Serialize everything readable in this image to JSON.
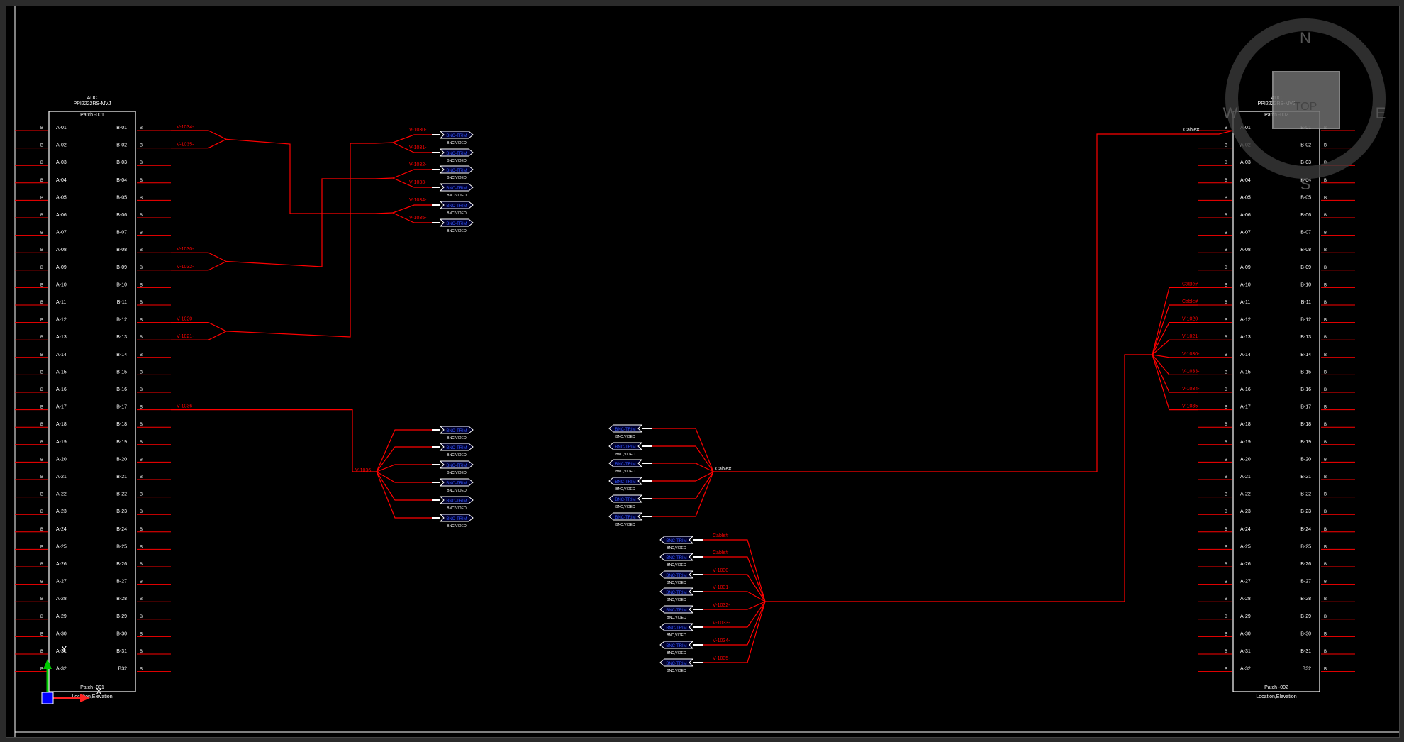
{
  "panel_left": {
    "header": [
      "ADC",
      "PPI2222RS-MVJ",
      "Patch -001"
    ],
    "footer": [
      "Patch -001",
      "Location,Elevation"
    ],
    "a_ports": [
      "A-01",
      "A-02",
      "A-03",
      "A-04",
      "A-05",
      "A-06",
      "A-07",
      "A-08",
      "A-09",
      "A-10",
      "A-11",
      "A-12",
      "A-13",
      "A-14",
      "A-15",
      "A-16",
      "A-17",
      "A-18",
      "A-19",
      "A-20",
      "A-21",
      "A-22",
      "A-23",
      "A-24",
      "A-25",
      "A-26",
      "A-27",
      "A-28",
      "A-29",
      "A-30",
      "A-31",
      "A-32"
    ],
    "b_ports": [
      "B-01",
      "B-02",
      "B-03",
      "B-04",
      "B-05",
      "B-06",
      "B-07",
      "B-08",
      "B-09",
      "B-10",
      "B-11",
      "B-12",
      "B-13",
      "B-14",
      "B-15",
      "B-16",
      "B-17",
      "B-18",
      "B-19",
      "B-20",
      "B-21",
      "B-22",
      "B-23",
      "B-24",
      "B-25",
      "B-26",
      "B-27",
      "B-28",
      "B-29",
      "B-30",
      "B-31",
      "B32"
    ]
  },
  "panel_right": {
    "header": [
      "ADC",
      "PPI2222RS-MVJ",
      "Patch -002"
    ],
    "footer": [
      "Patch -002",
      "Location,Elevation"
    ],
    "a_ports": [
      "A-01",
      "A-02",
      "A-03",
      "A-04",
      "A-05",
      "A-06",
      "A-07",
      "A-08",
      "A-09",
      "A-10",
      "A-11",
      "A-12",
      "A-13",
      "A-14",
      "A-15",
      "A-16",
      "A-17",
      "A-18",
      "A-19",
      "A-20",
      "A-21",
      "A-22",
      "A-23",
      "A-24",
      "A-25",
      "A-26",
      "A-27",
      "A-28",
      "A-29",
      "A-30",
      "A-31",
      "A-32"
    ],
    "b_ports": [
      "B-01",
      "B-02",
      "B-03",
      "B-04",
      "B-05",
      "B-06",
      "B-07",
      "B-08",
      "B-09",
      "B-10",
      "B-11",
      "B-12",
      "B-13",
      "B-14",
      "B-15",
      "B-16",
      "B-17",
      "B-18",
      "B-19",
      "B-20",
      "B-21",
      "B-22",
      "B-23",
      "B-24",
      "B-25",
      "B-26",
      "B-27",
      "B-28",
      "B-29",
      "B-30",
      "B-31",
      "B32"
    ]
  },
  "pin_glyph": "B",
  "cable_labels_left": [
    {
      "row": 0,
      "text": "V-1034-"
    },
    {
      "row": 1,
      "text": "V-1035-"
    },
    {
      "row": 7,
      "text": "V-1030-"
    },
    {
      "row": 8,
      "text": "V-1032-"
    },
    {
      "row": 11,
      "text": "V-1020-"
    },
    {
      "row": 12,
      "text": "V-1021-"
    },
    {
      "row": 16,
      "text": "V-1036-"
    }
  ],
  "group1_labels": [
    "V-1030-",
    "V-1031-",
    "V-1032-",
    "V-1033-",
    "V-1034-",
    "V-1035-"
  ],
  "group2_label": "V-1036-",
  "cable_label_main": "Cable#",
  "right_cable_labels": [
    "Cable#",
    "Cable#",
    "V-1020-",
    "V-1021-",
    "V-1030-",
    "V-1033-",
    "V-1034-",
    "V-1035-"
  ],
  "group4_labels": [
    "Cable#",
    "Cable#",
    "V-1030-",
    "V-1031-",
    "V-1032-",
    "V-1033-",
    "V-1034-",
    "V-1035-"
  ],
  "connector_text": "BNC-TRIM",
  "connector_sub": "BNC,VIDEO",
  "compass": {
    "n": "N",
    "s": "S",
    "e": "E",
    "w": "W",
    "center": "TOP"
  },
  "ucs": {
    "y": "Y",
    "x": "X"
  },
  "colors": {
    "wire": "#ff0000",
    "text": "#ffffff",
    "background": "#000000",
    "port_text": "#ffffff",
    "connector_fill": "#0000cc"
  }
}
